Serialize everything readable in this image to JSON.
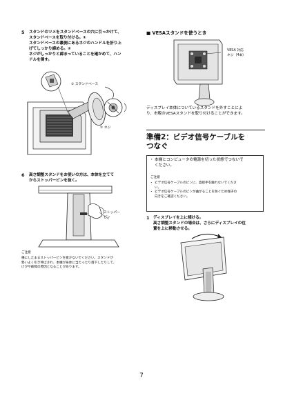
{
  "left": {
    "step5": {
      "num": "5",
      "lines": [
        "スタンドのツメをスタンドベースの穴に引っかけて、",
        "スタンドベースを取り付ける。①",
        "スタンドベースの裏側にあるネジのハンドルを折り上",
        "げてしっかり締める。②",
        "ネジがしっかりと締まっていることを確かめて、ハン",
        "ドルを倒す。"
      ],
      "callouts": {
        "stand_base": "① スタンドベース",
        "screw": "② ネジ"
      }
    },
    "step6": {
      "num": "6",
      "lines": [
        "高さ調整スタンドをお使いの方は、本体を立てて",
        "からストッパーピンを抜く。"
      ],
      "callout_pin": [
        "ストッパー",
        "ピン"
      ]
    },
    "caution": {
      "label": "ご注意",
      "lines": [
        "横にしたままストッパーピンを抜かないでください。スタンドが",
        "勢いよく引き伸ばされ、本機が身体に当たったり落下したりして、",
        "けがや故障の原因となることがあります。"
      ]
    }
  },
  "right": {
    "vesa": {
      "marker": "■",
      "heading": "VESAスタンドを使うとき",
      "callout": [
        "VESA 対応",
        "ネジ（4本）"
      ],
      "body": [
        "ディスプレイ本体についているスタンドを外すことによ",
        "り、市販のVESAスタンドを取り付けることができます。"
      ]
    },
    "prep2": {
      "heading_line1": "準備2：ビデオ信号ケーブルを",
      "heading_line2": "つなぐ",
      "box_note_lines": [
        "本機とコンピュータの電源を切った状態でつないで",
        "ください。"
      ],
      "caution_label": "ご注意",
      "caution_items": [
        "ビデオ信号ケーブルのピンに、直接手を触れないでくださ",
        "い。",
        "ビデオ信号ケーブルのピンが曲がることを防ぐため端子の",
        "向きをご確認ください。"
      ]
    },
    "step1": {
      "num": "1",
      "lines": [
        "ディスプレイを上に傾ける。",
        "高さ調整スタンドの場合は、さらにディスプレイの位",
        "置を上に移動させる。"
      ]
    }
  },
  "page_number": "7"
}
